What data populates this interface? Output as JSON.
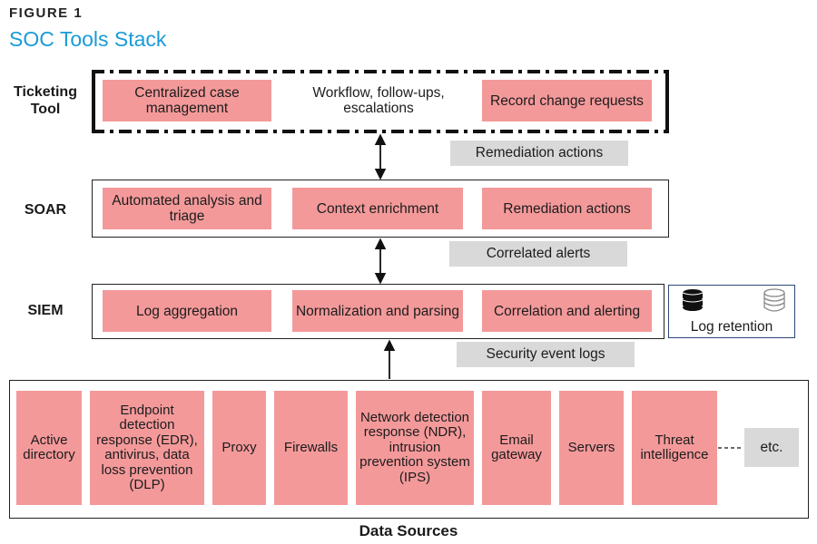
{
  "figure_label": "FIGURE 1",
  "title": "SOC Tools Stack",
  "ticketing": {
    "label": "Ticketing Tool",
    "items": [
      "Centralized case management",
      "Workflow, follow-ups, escalations",
      "Record change requests"
    ]
  },
  "soar": {
    "label": "SOAR",
    "items": [
      "Automated analysis and triage",
      "Context enrichment",
      "Remediation actions"
    ]
  },
  "siem": {
    "label": "SIEM",
    "items": [
      "Log aggregation",
      "Normalization and parsing",
      "Correlation and alerting"
    ]
  },
  "log_retention": {
    "label": "Log retention"
  },
  "flows": {
    "remediation": "Remediation actions",
    "correlated": "Correlated alerts",
    "security_logs": "Security event logs"
  },
  "data_sources": {
    "label": "Data Sources",
    "items": [
      "Active directory",
      "Endpoint detection response (EDR), antivirus, data loss prevention (DLP)",
      "Proxy",
      "Firewalls",
      "Network detection response (NDR), intrusion prevention system (IPS)",
      "Email gateway",
      "Servers",
      "Threat intelligence"
    ],
    "etc": "etc."
  },
  "colors": {
    "title": "#1a9bd7",
    "box_fill": "#f4999a",
    "label_fill": "#d9d9d9"
  },
  "icons": [
    "database-icon-filled",
    "database-icon-outline"
  ]
}
